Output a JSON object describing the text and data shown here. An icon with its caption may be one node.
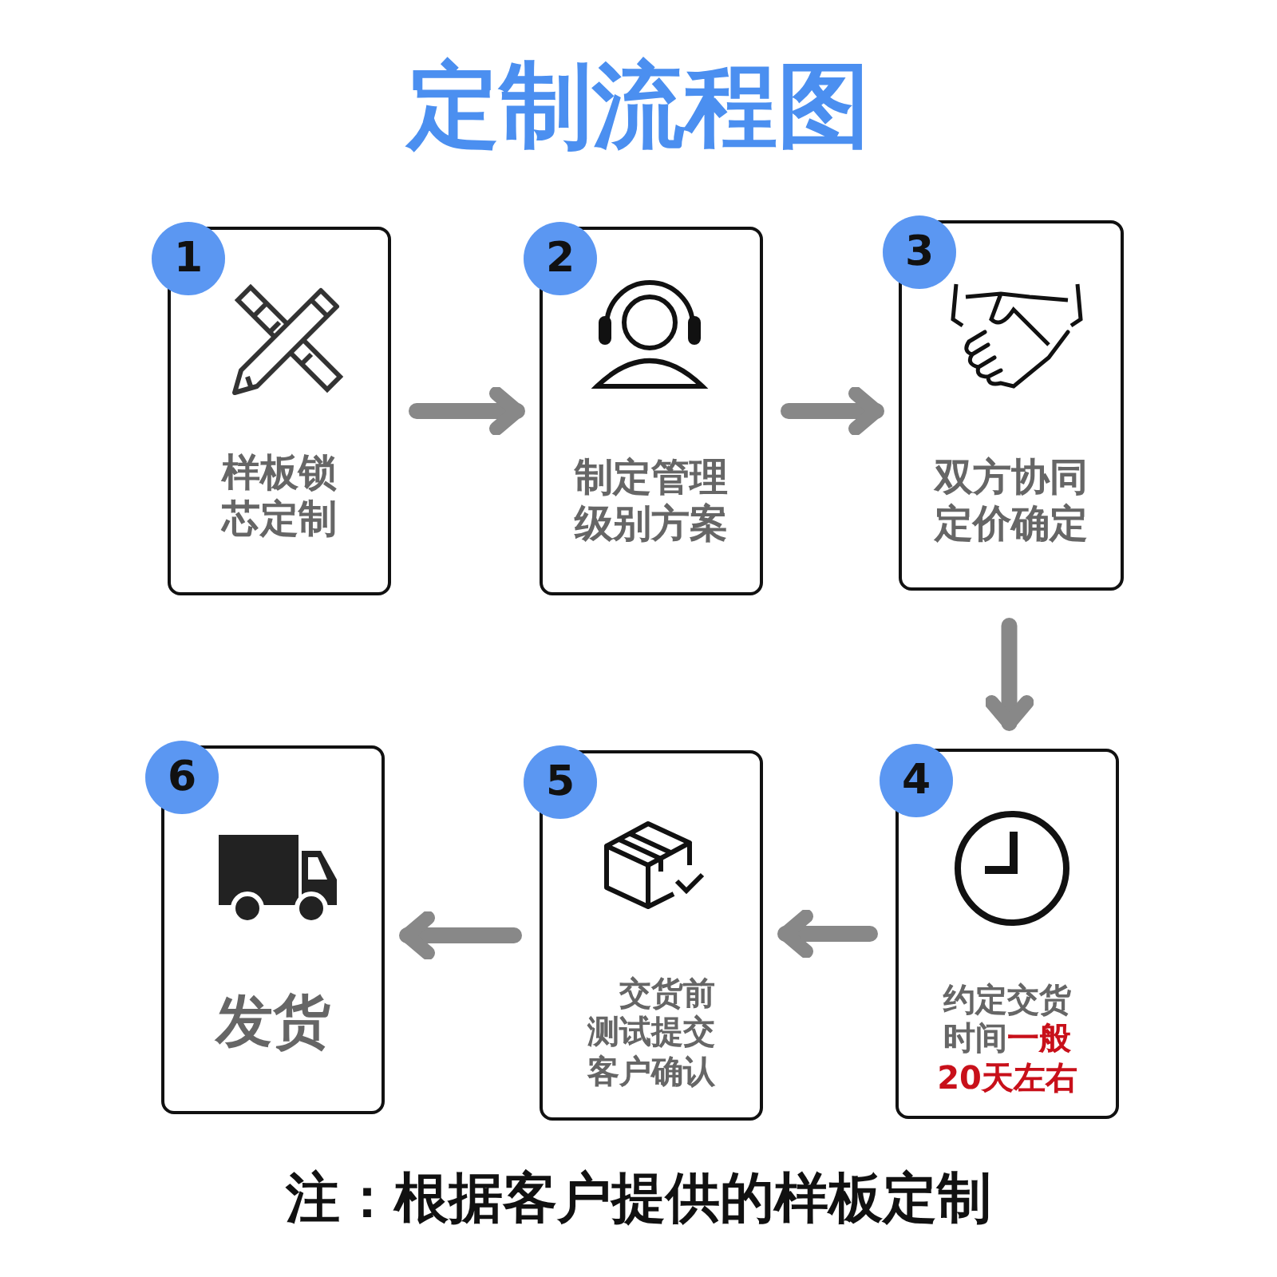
{
  "diagram": {
    "title": "定制流程图",
    "nodes": [
      {
        "text": [
          "1",
          "样板锁芯定制"
        ]
      },
      {
        "text": [
          "2",
          "制定管理级别方案"
        ]
      },
      {
        "text": [
          "3",
          "双方协同定价确定"
        ]
      },
      {
        "text": [
          "4",
          "约定交货时间",
          "一般20天左右"
        ]
      },
      {
        "text": [
          "5",
          "交货前测试提交客户确认"
        ]
      },
      {
        "text": [
          "6",
          "发货"
        ]
      }
    ],
    "edges": [
      {
        "from": 0,
        "to": 1,
        "arrow": "to"
      },
      {
        "from": 1,
        "to": 2,
        "arrow": "to"
      },
      {
        "from": 2,
        "to": 3,
        "arrow": "to"
      },
      {
        "from": 3,
        "to": 4,
        "arrow": "to"
      },
      {
        "from": 4,
        "to": 5,
        "arrow": "to"
      }
    ],
    "labels": [
      "注：根据客户提供的样板定制"
    ]
  }
}
